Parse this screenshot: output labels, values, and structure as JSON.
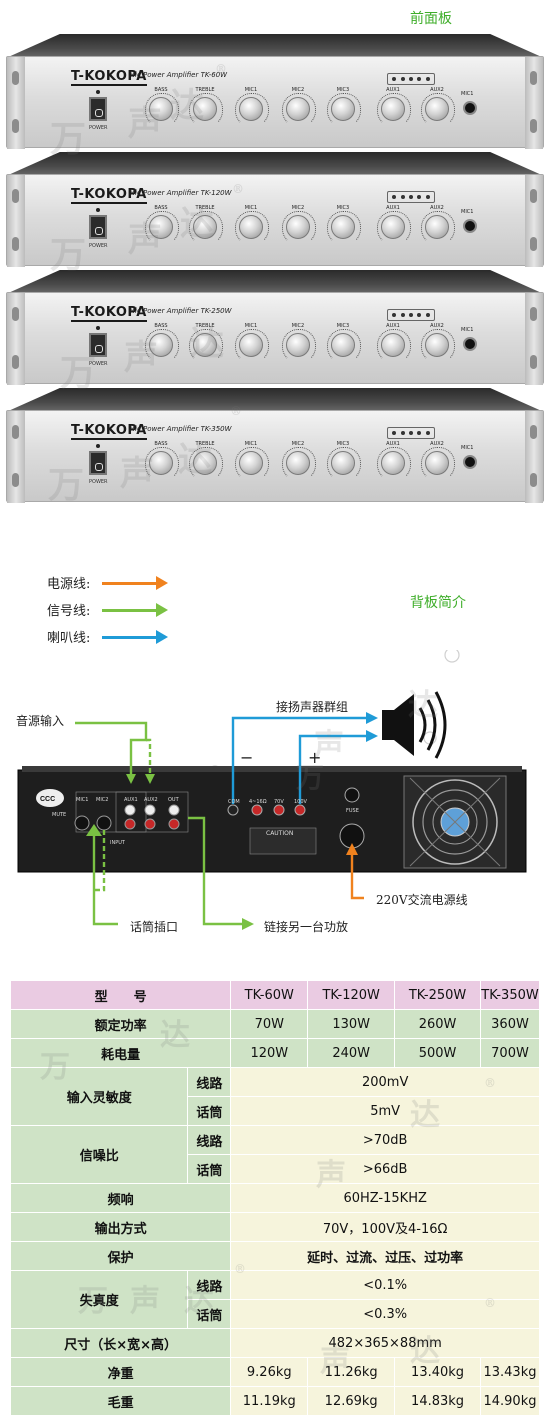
{
  "headings": {
    "front": "前面板",
    "back": "背板简介"
  },
  "units": [
    {
      "brand": "T-KOKOPA",
      "model": "Mic Power Amplifier TK-60W"
    },
    {
      "brand": "T-KOKOPA",
      "model": "Mic Power Amplifier TK-120W"
    },
    {
      "brand": "T-KOKOPA",
      "model": "Mic Power Amplifier TK-250W"
    },
    {
      "brand": "T-KOKOPA",
      "model": "Mic Power Amplifier TK-350W"
    }
  ],
  "knob_labels": [
    "BASS",
    "TREBLE",
    "MIC1",
    "MIC2",
    "MIC3",
    "AUX1",
    "AUX2"
  ],
  "jack_label": "MIC1",
  "power_label": "POWER",
  "watermark": {
    "chars": [
      "万",
      "声",
      "达"
    ],
    "reg": "®"
  },
  "legend": [
    {
      "label": "电源线:",
      "color": "#f0821e"
    },
    {
      "label": "信号线:",
      "color": "#7ac143"
    },
    {
      "label": "喇叭线:",
      "color": "#1f9bd7"
    }
  ],
  "back_panel": {
    "audio_input": "音源输入",
    "speaker_group": "接扬声器群组",
    "minus": "−",
    "plus": "+",
    "ac_power": "220V交流电源线",
    "mic_input": "话筒插口",
    "link_amp": "链接另一台功放",
    "panel_labels": {
      "mute": "MUTE",
      "mic1": "MIC1",
      "mic2": "MIC2",
      "aux1": "AUX1",
      "aux2": "AUX2",
      "out": "OUT",
      "input": "INPUT",
      "com": "COM",
      "ohm": "4~16Ω",
      "v70": "70V",
      "v100": "100V",
      "fuse": "FUSE",
      "caution": "CAUTION"
    }
  },
  "spec": {
    "header": {
      "label": "型　　号",
      "models": [
        "TK-60W",
        "TK-120W",
        "TK-250W",
        "TK-350W"
      ]
    },
    "rated_power": {
      "label": "额定功率",
      "values": [
        "70W",
        "130W",
        "260W",
        "360W"
      ]
    },
    "consumption": {
      "label": "耗电量",
      "values": [
        "120W",
        "240W",
        "500W",
        "700W"
      ]
    },
    "sensitivity": {
      "label": "输入灵敏度",
      "line_label": "线路",
      "line": "200mV",
      "mic_label": "话筒",
      "mic": "5mV"
    },
    "snr": {
      "label": "信噪比",
      "line_label": "线路",
      "line": ">70dB",
      "mic_label": "话筒",
      "mic": ">66dB"
    },
    "freq": {
      "label": "频响",
      "value": "60HZ-15KHZ"
    },
    "output": {
      "label": "输出方式",
      "value": "70V，100V及4-16Ω"
    },
    "protect": {
      "label": "保护",
      "value": "延时、过流、过压、过功率"
    },
    "distortion": {
      "label": "失真度",
      "line_label": "线路",
      "line": "<0.1%",
      "mic_label": "话筒",
      "mic": "<0.3%"
    },
    "size": {
      "label": "尺寸（长×宽×高）",
      "value": "482×365×88mm"
    },
    "net_weight": {
      "label": "净重",
      "values": [
        "9.26kg",
        "11.26kg",
        "13.40kg",
        "13.43kg"
      ]
    },
    "gross_weight": {
      "label": "毛重",
      "values": [
        "11.19kg",
        "12.69kg",
        "14.83kg",
        "14.90kg"
      ]
    }
  }
}
